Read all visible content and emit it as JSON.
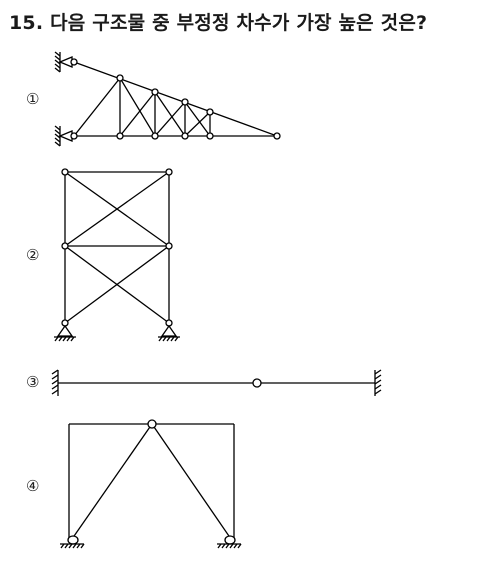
{
  "question": {
    "number": "15.",
    "text": "다음 구조물 중 부정정 차수가 가장 높은 것은?"
  },
  "options": [
    {
      "label": "①",
      "figure": "truss-structure"
    },
    {
      "label": "②",
      "figure": "braced-frame-structure"
    },
    {
      "label": "③",
      "figure": "fixed-beam-with-hinge"
    },
    {
      "label": "④",
      "figure": "portal-frame-with-braces"
    }
  ]
}
